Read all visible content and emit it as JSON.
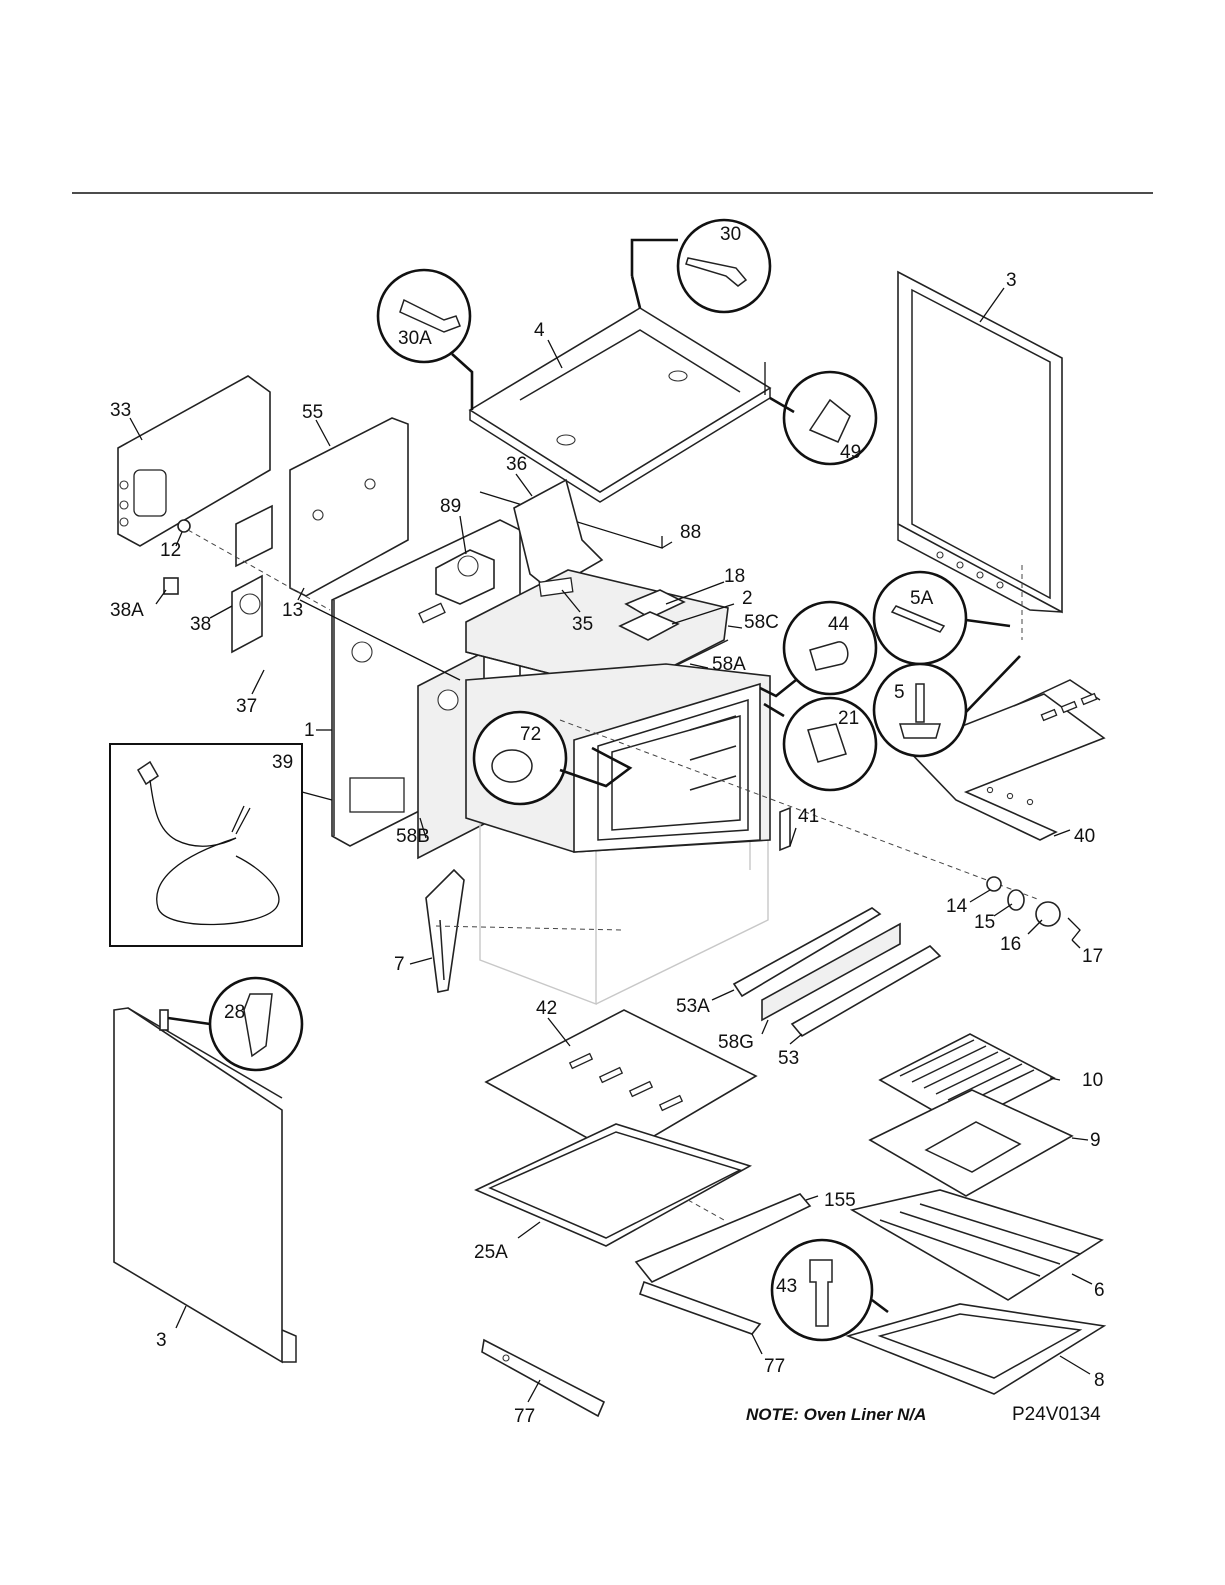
{
  "note": "NOTE: Oven Liner N/A",
  "diagram_code": "P24V0134",
  "labels": {
    "p3_right": "3",
    "p3_left": "3",
    "p4": "4",
    "p30": "30",
    "p30A": "30A",
    "p49": "49",
    "p33": "33",
    "p55": "55",
    "p36": "36",
    "p89": "89",
    "p88": "88",
    "p12": "12",
    "p38A": "38A",
    "p38": "38",
    "p13": "13",
    "p35": "35",
    "p18": "18",
    "p2": "2",
    "p58C": "58C",
    "p44": "44",
    "p5A": "5A",
    "p5": "5",
    "p58A": "58A",
    "p21": "21",
    "p37": "37",
    "p1": "1",
    "p72": "72",
    "p39": "39",
    "p58B": "58B",
    "p40": "40",
    "p41": "41",
    "p14": "14",
    "p15": "15",
    "p16": "16",
    "p17": "17",
    "p7": "7",
    "p53A": "53A",
    "p58G": "58G",
    "p53": "53",
    "p42": "42",
    "p28": "28",
    "p10": "10",
    "p9": "9",
    "p155": "155",
    "p25A": "25A",
    "p6": "6",
    "p43": "43",
    "p77_right": "77",
    "p77_left": "77",
    "p8": "8"
  }
}
